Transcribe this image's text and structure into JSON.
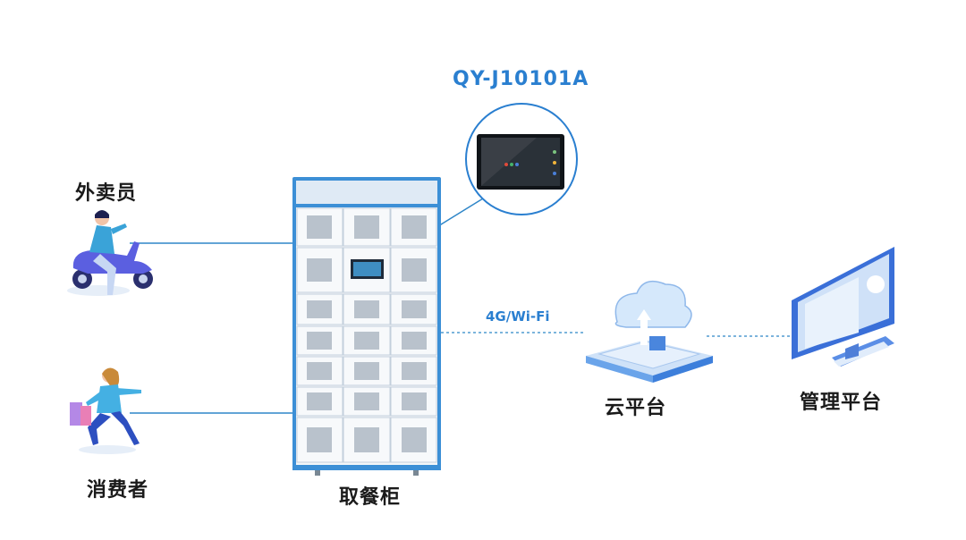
{
  "labels": {
    "courier": "外卖员",
    "consumer": "消费者",
    "cabinet": "取餐柜",
    "cloud": "云平台",
    "management": "管理平台",
    "model": "QY-J10101A",
    "network": "4G/Wi-Fi"
  },
  "colors": {
    "accent": "#2a7fd0",
    "line": "#2f86c8",
    "cabinet_frame": "#3c8fd6"
  }
}
